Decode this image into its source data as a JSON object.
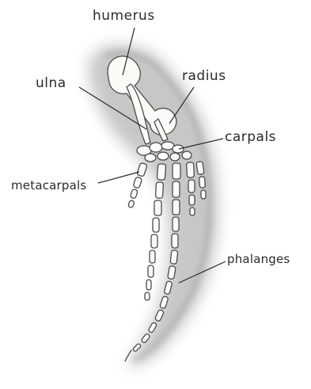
{
  "labels": {
    "humerus": "humerus",
    "radius": "radius",
    "ulna": "ulna",
    "carpals": "carpals",
    "metacarpals": "metacarpals",
    "phalanges": "phalanges"
  },
  "colors": {
    "ink": "#2a2a2a",
    "bone_fill": "#fbfaf6",
    "bone_outline": "#4a4a4a",
    "shading": "#8f8f8f",
    "background": "#ffffff"
  }
}
